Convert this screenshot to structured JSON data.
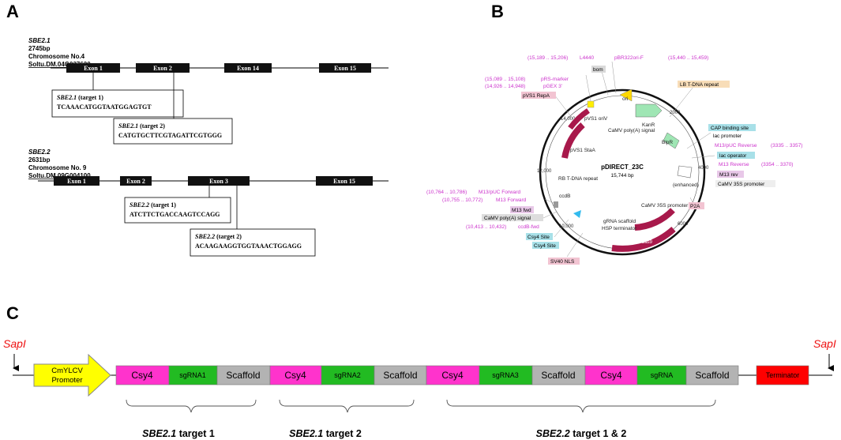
{
  "panels": {
    "a": {
      "letter": "A"
    },
    "b": {
      "letter": "B"
    },
    "c": {
      "letter": "C"
    }
  },
  "panel_a": {
    "gene1": {
      "name": "SBE2.1",
      "length": "2745bp",
      "chromosome": "Chromosome No.4",
      "locus": "Soltu.DM.04G037620",
      "exons": [
        "Exon 1",
        "Exon 2",
        "Exon 14",
        "Exon 15"
      ],
      "targets": [
        {
          "gene": "SBE2.1",
          "label": " (target 1)",
          "sequence": "TCAAACATGGTAATGGAGTGT"
        },
        {
          "gene": "SBE2.1",
          "label": " (target 2)",
          "sequence": "CATGTGCTTCGTAGATTCGTGGG"
        }
      ]
    },
    "gene2": {
      "name": "SBE2.2",
      "length": "2631bp",
      "chromosome": "Chromosome No. 9",
      "locus": "Soltu.DM.09G004100",
      "exons": [
        "Exon 1",
        "Exon 2",
        "Exon 3",
        "Exon 15"
      ],
      "targets": [
        {
          "gene": "SBE2.2",
          "label": " (target 1)",
          "sequence": "ATCTTCTGACCAAGTCCAGG"
        },
        {
          "gene": "SBE2.2",
          "label": " (target 2)",
          "sequence": "ACAAGAAGGTGGTAAACTGGAGG"
        }
      ]
    }
  },
  "panel_b": {
    "plasmid_name": "pDIRECT_23C",
    "plasmid_size": "15,744 bp",
    "ticks": [
      "2000",
      "4000",
      "6000",
      "8000",
      "10,000",
      "12,000",
      "14,000"
    ],
    "inner_labels": [
      "ori",
      "KanR",
      "CaMV poly(A) signal",
      "pVS1 oriV",
      "pVS1 StaA",
      "RB T-DNA repeat",
      "BlpR",
      "(enhanced)",
      "CaMV 35S promoter",
      "Cas9",
      "Cas9",
      "ccdB",
      "gRNA scaffold",
      "HSP terminator"
    ],
    "feature_labels": [
      "bom",
      "L4440",
      "pBR322ori-F",
      "pRS-marker",
      "pGEX 3'",
      "pVS1 RepA",
      "LB T-DNA repeat",
      "CAP binding site",
      "lac promoter",
      "M13/pUC Reverse",
      "lac operator",
      "M13 Reverse",
      "M13 rev",
      "CaMV 35S promoter",
      "P2A",
      "M13/pUC Forward",
      "M13 Forward",
      "M13 fwd",
      "CaMV poly(A) signal",
      "ccdB-fwd",
      "Csy4 Site",
      "Csy4 Site",
      "SV40 NLS"
    ],
    "coordinates": [
      "(15,189 .. 15,206)",
      "(15,440 .. 15,459)",
      "(15,089 .. 15,108)",
      "(14,926 .. 14,948)",
      "(3335 .. 3357)",
      "(3354 .. 3370)",
      "(10,764 .. 10,786)",
      "(10,755 .. 10,772)",
      "(10,413 .. 10,432)"
    ]
  },
  "panel_c": {
    "site_left": "SapI",
    "site_right": "SapI",
    "promoter": [
      "CmYLCV",
      "Promoter"
    ],
    "segments": [
      "Csy4",
      "sgRNA1",
      "Scaffold",
      "Csy4",
      "sgRNA2",
      "Scaffold",
      "Csy4",
      "sgRNA3",
      "Scaffold",
      "Csy4",
      "sgRNA",
      "Scaffold"
    ],
    "terminator": "Terminator",
    "brackets": [
      {
        "gene": "SBE2.1",
        "text": " target 1"
      },
      {
        "gene": "SBE2.1",
        "text": " target 2"
      },
      {
        "gene": "SBE2.2",
        "text": " target 1 & 2"
      }
    ]
  },
  "colors": {
    "exon": "#111111",
    "magenta_label": "#cc33cc",
    "plasmid_arrow": "#a8194b",
    "kanr_arrow": "#9fe6b4",
    "csy4": "#ff33cc",
    "sgrna": "#22bb22",
    "scaffold": "#b3b3b3",
    "promoter": "#ffff00",
    "terminator": "#ff0000",
    "sapi": "#ee1111"
  }
}
